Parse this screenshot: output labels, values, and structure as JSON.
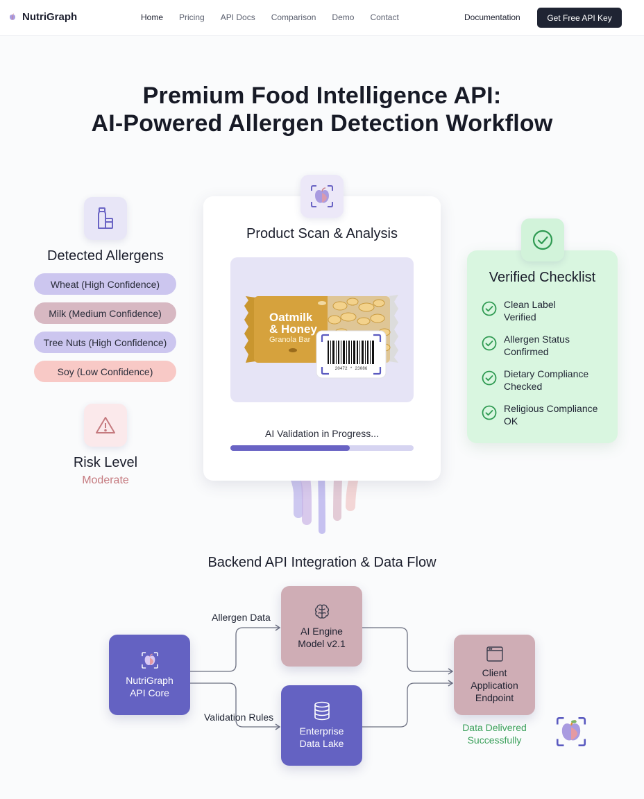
{
  "nav": {
    "brand": "NutriGraph",
    "links": [
      "Home",
      "Pricing",
      "API Docs",
      "Comparison",
      "Demo",
      "Contact"
    ],
    "documentation": "Documentation",
    "cta": "Get Free API Key"
  },
  "hero": {
    "title_line1": "Premium Food Intelligence API:",
    "title_line2": "AI-Powered Allergen Detection Workflow"
  },
  "allergens": {
    "heading": "Detected Allergens",
    "items": [
      "Wheat (High Confidence)",
      "Milk (Medium Confidence)",
      "Tree Nuts (High Confidence)",
      "Soy (Low Confidence)"
    ]
  },
  "risk": {
    "heading": "Risk Level",
    "value": "Moderate"
  },
  "scan": {
    "heading": "Product Scan & Analysis",
    "product_name_line1": "Oatmilk",
    "product_name_line2": "& Honey",
    "product_type": "Granola Bar",
    "barcode_digits": "20472 * 23086",
    "progress_label": "AI Validation in Progress...",
    "progress_fraction": 0.65
  },
  "checklist": {
    "heading": "Verified Checklist",
    "items": [
      {
        "line1": "Clean Label",
        "line2": "Verified"
      },
      {
        "line1": "Allergen Status",
        "line2": "Confirmed"
      },
      {
        "line1": "Dietary Compliance",
        "line2": "Checked"
      },
      {
        "line1": "Religious Compliance",
        "line2": "OK"
      }
    ]
  },
  "backend": {
    "heading": "Backend API Integration & Data Flow",
    "core": {
      "line1": "NutriGraph",
      "line2": "API Core"
    },
    "ai": {
      "line1": "AI Engine",
      "line2": "Model v2.1"
    },
    "lake": {
      "line1": "Enterprise",
      "line2": "Data Lake"
    },
    "client": {
      "line1": "Client",
      "line2": "Application",
      "line3": "Endpoint"
    },
    "edge_allergen": "Allergen Data",
    "edge_rules": "Validation Rules",
    "status_line1": "Data Delivered",
    "status_line2": "Successfully"
  },
  "icons": [
    "apple-logo-icon",
    "bottle-icon",
    "warning-icon",
    "check-circle-icon",
    "brain-icon",
    "database-icon",
    "browser-window-icon"
  ],
  "colors": {
    "primary": "#6462c2",
    "mauve": "#cfadb5",
    "success": "#3aa05a",
    "risk": "#c57a7f",
    "cta_bg": "#1f2433"
  }
}
